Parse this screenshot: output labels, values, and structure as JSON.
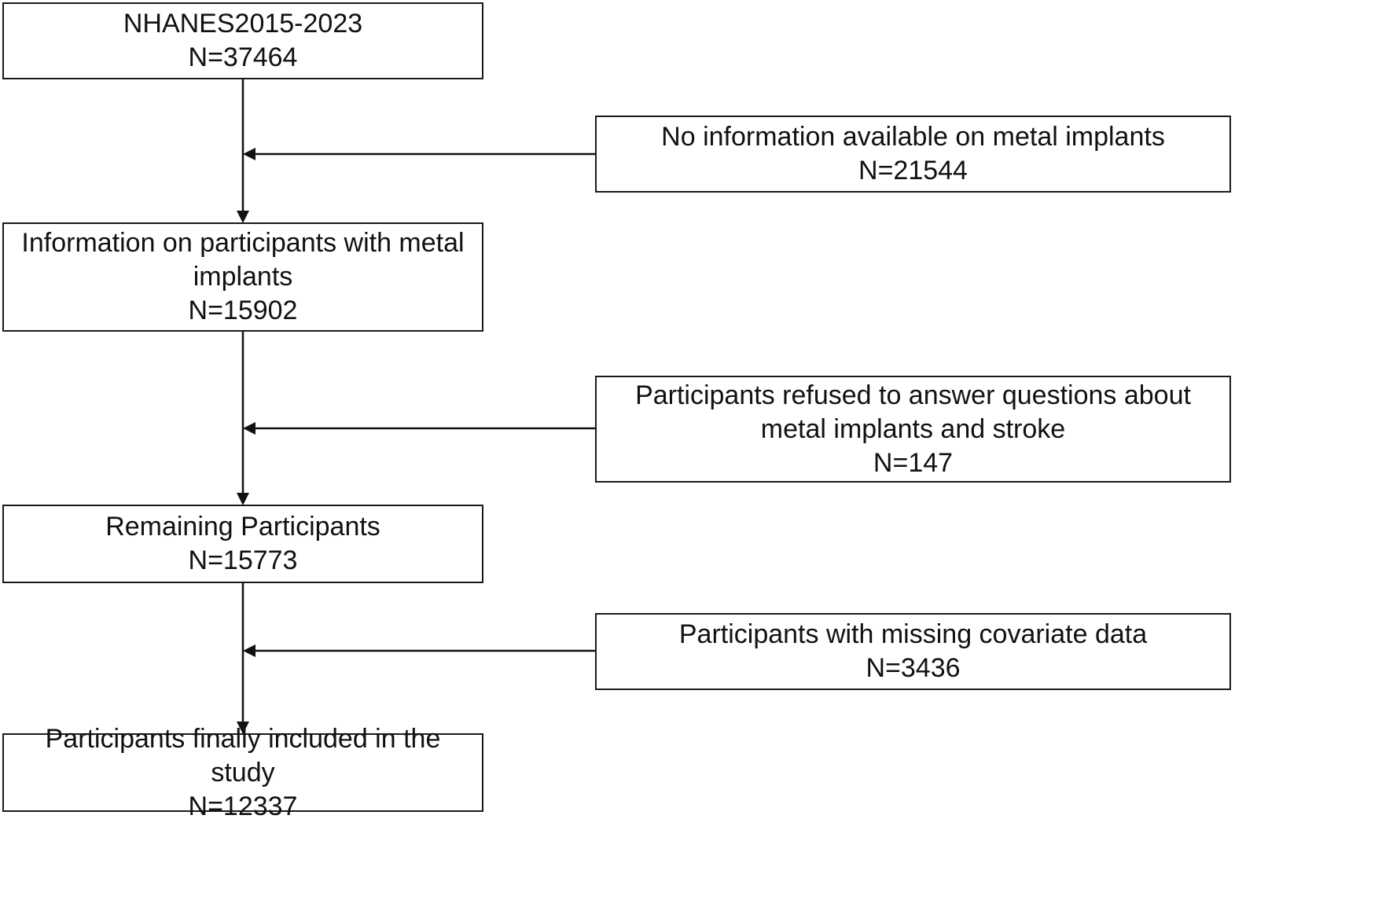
{
  "boxes": {
    "start": {
      "label": "NHANES2015-2023",
      "count": "N=37464"
    },
    "exclusion_1": {
      "label": "No information available on metal implants",
      "count": "N=21544"
    },
    "step_1": {
      "label": "Information on participants with metal implants",
      "count": "N=15902"
    },
    "exclusion_2": {
      "label": "Participants refused to answer questions about metal implants and stroke",
      "count": "N=147"
    },
    "step_2": {
      "label": "Remaining Participants",
      "count": "N=15773"
    },
    "exclusion_3": {
      "label": "Participants with missing covariate data",
      "count": "N=3436"
    },
    "final": {
      "label": "Participants finally included in the study",
      "count": "N=12337"
    }
  },
  "colors": {
    "line": "#111111",
    "box_border": "#1a1a1a",
    "background": "#ffffff",
    "text": "#111111"
  }
}
